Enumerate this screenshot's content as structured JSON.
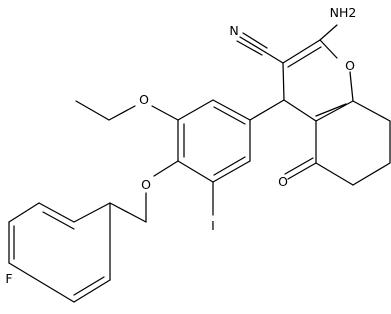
{
  "diagram": {
    "type": "structural-formula",
    "line_color": "#000000",
    "background": "#ffffff",
    "atom_labels": {
      "n_nitrile": "N",
      "nh2": "NH2",
      "o_ring": "O",
      "o_keto": "O",
      "o_ethoxy": "O",
      "o_benzyl": "O",
      "iodine": "I",
      "fluorine": "F"
    }
  }
}
